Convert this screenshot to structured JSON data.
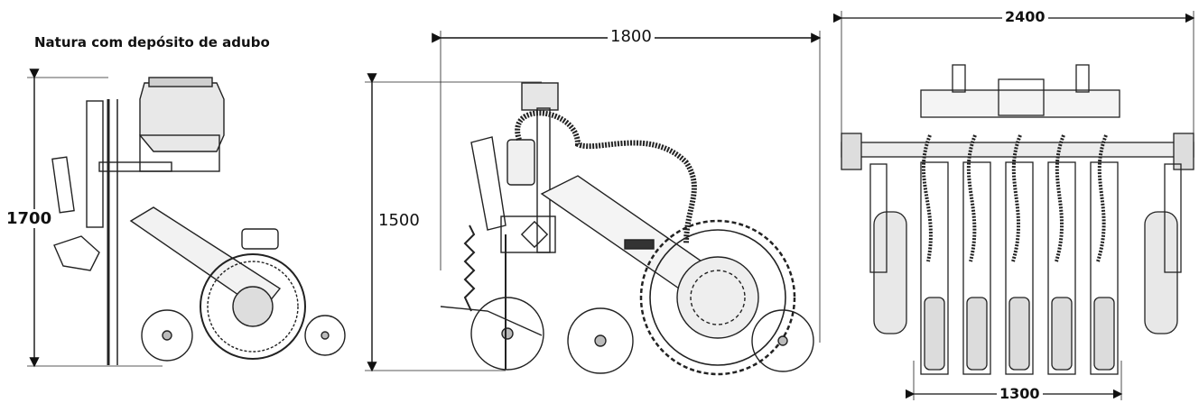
{
  "caption": "Natura com depósito de adubo",
  "dimensions": {
    "height_left": "1700",
    "width_middle": "1800",
    "height_middle": "1500",
    "width_right_top": "2400",
    "width_right_bottom": "1300"
  }
}
